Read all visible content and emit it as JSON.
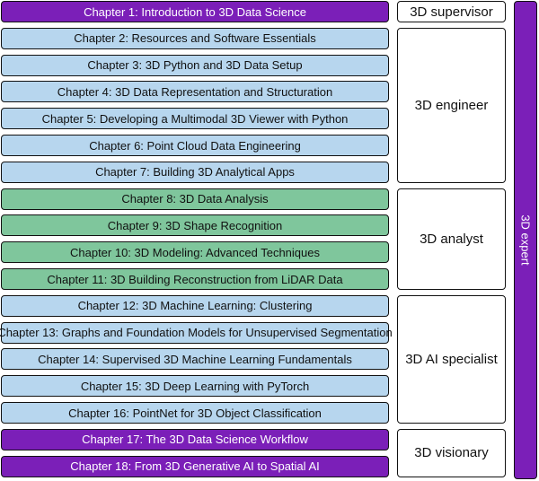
{
  "colors": {
    "purple": "#7b1fb8",
    "blue": "#b7d6ee",
    "green": "#7fc69c",
    "text_dark": "#111111",
    "text_light": "#ffffff"
  },
  "chapters": [
    {
      "label": "Chapter 1: Introduction to 3D Data Science",
      "group": "purple"
    },
    {
      "label": "Chapter 2: Resources and Software Essentials",
      "group": "blue"
    },
    {
      "label": "Chapter 3: 3D Python and 3D Data Setup",
      "group": "blue"
    },
    {
      "label": "Chapter 4: 3D Data Representation and Structuration",
      "group": "blue"
    },
    {
      "label": "Chapter 5: Developing a Multimodal 3D Viewer with Python",
      "group": "blue"
    },
    {
      "label": "Chapter 6: Point Cloud Data Engineering",
      "group": "blue"
    },
    {
      "label": "Chapter 7: Building 3D Analytical Apps",
      "group": "blue"
    },
    {
      "label": "Chapter 8: 3D Data Analysis",
      "group": "green"
    },
    {
      "label": "Chapter 9: 3D Shape Recognition",
      "group": "green"
    },
    {
      "label": "Chapter 10: 3D Modeling: Advanced Techniques",
      "group": "green"
    },
    {
      "label": "Chapter 11: 3D Building Reconstruction from LiDAR Data",
      "group": "green"
    },
    {
      "label": "Chapter 12: 3D Machine Learning: Clustering",
      "group": "blue"
    },
    {
      "label": "Chapter 13: Graphs and Foundation Models for Unsupervised Segmentation",
      "group": "blue"
    },
    {
      "label": "Chapter 14: Supervised 3D Machine Learning Fundamentals",
      "group": "blue"
    },
    {
      "label": "Chapter 15: 3D Deep Learning with PyTorch",
      "group": "blue"
    },
    {
      "label": "Chapter 16: PointNet for 3D Object Classification",
      "group": "blue"
    },
    {
      "label": "Chapter 17: The 3D Data Science Workflow",
      "group": "purple"
    },
    {
      "label": "Chapter 18: From 3D Generative AI to Spatial AI",
      "group": "purple"
    }
  ],
  "roles": [
    {
      "label": "3D supervisor",
      "first_chapter": 1,
      "last_chapter": 1
    },
    {
      "label": "3D engineer",
      "first_chapter": 2,
      "last_chapter": 7
    },
    {
      "label": "3D analyst",
      "first_chapter": 8,
      "last_chapter": 11
    },
    {
      "label": "3D AI specialist",
      "first_chapter": 12,
      "last_chapter": 16
    },
    {
      "label": "3D visionary",
      "first_chapter": 17,
      "last_chapter": 18
    }
  ],
  "expert": {
    "label": "3D expert"
  }
}
